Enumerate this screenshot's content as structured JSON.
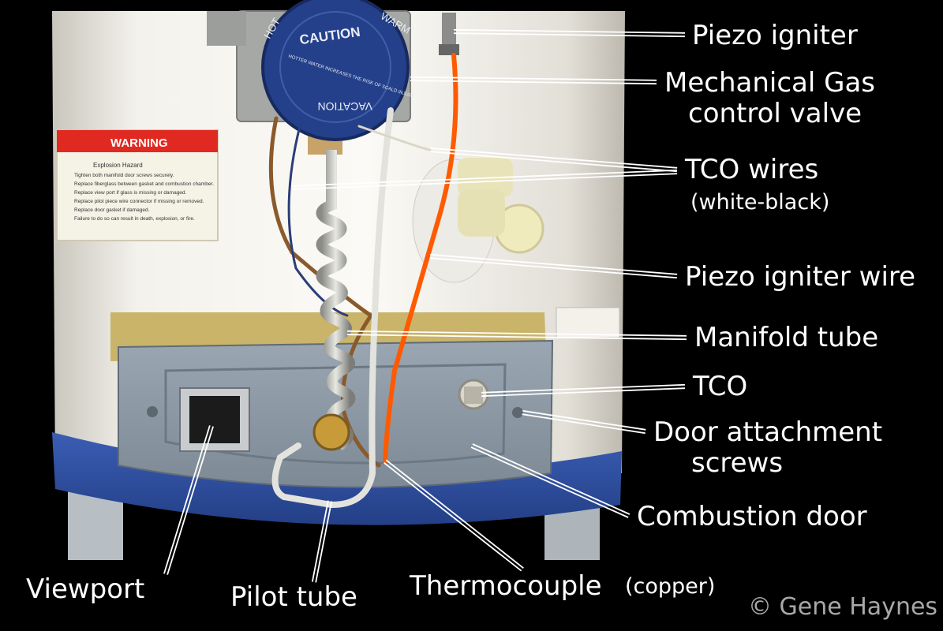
{
  "labels": {
    "piezo_igniter": "Piezo igniter",
    "gas_valve_line1": "Mechanical Gas",
    "gas_valve_line2": "control valve",
    "tco_wires": "TCO wires",
    "tco_wires_note": "(white-black)",
    "piezo_wire": "Piezo igniter wire",
    "manifold_tube": "Manifold tube",
    "tco": "TCO",
    "door_screws_line1": "Door attachment",
    "door_screws_line2": "screws",
    "combustion_door": "Combustion door",
    "viewport": "Viewport",
    "pilot_tube": "Pilot tube",
    "thermocouple": "Thermocouple",
    "thermocouple_note": "(copper)"
  },
  "warning_label": {
    "header": "WARNING",
    "title": "Explosion Hazard",
    "lines": [
      "Tighten both manifold door screws securely.",
      "Replace fiberglass between gasket and combustion chamber.",
      "Replace view port if glass is missing or damaged.",
      "Replace pilot piece wire connector if missing or removed.",
      "Replace door gasket if damaged.",
      "Failure to do so can result in death, explosion, or fire."
    ]
  },
  "dial": {
    "caution": "CAUTION",
    "hot": "HOT",
    "warm": "WARM",
    "vacation": "VACATION",
    "inner_text": "HOTTER WATER INCREASES THE RISK OF SCALD INJURY"
  },
  "copyright": "© Gene Haynes",
  "colors": {
    "background": "#000000",
    "label_text": "#ffffff",
    "copyright_text": "#a8a8a8",
    "tank": "#f1efe9",
    "base_band": "#2f4fa0",
    "combustion_door": "#8e9aa6",
    "insulation": "#c9b46a",
    "dial": "#24408a",
    "piezo_wire": "#ff5a00"
  }
}
